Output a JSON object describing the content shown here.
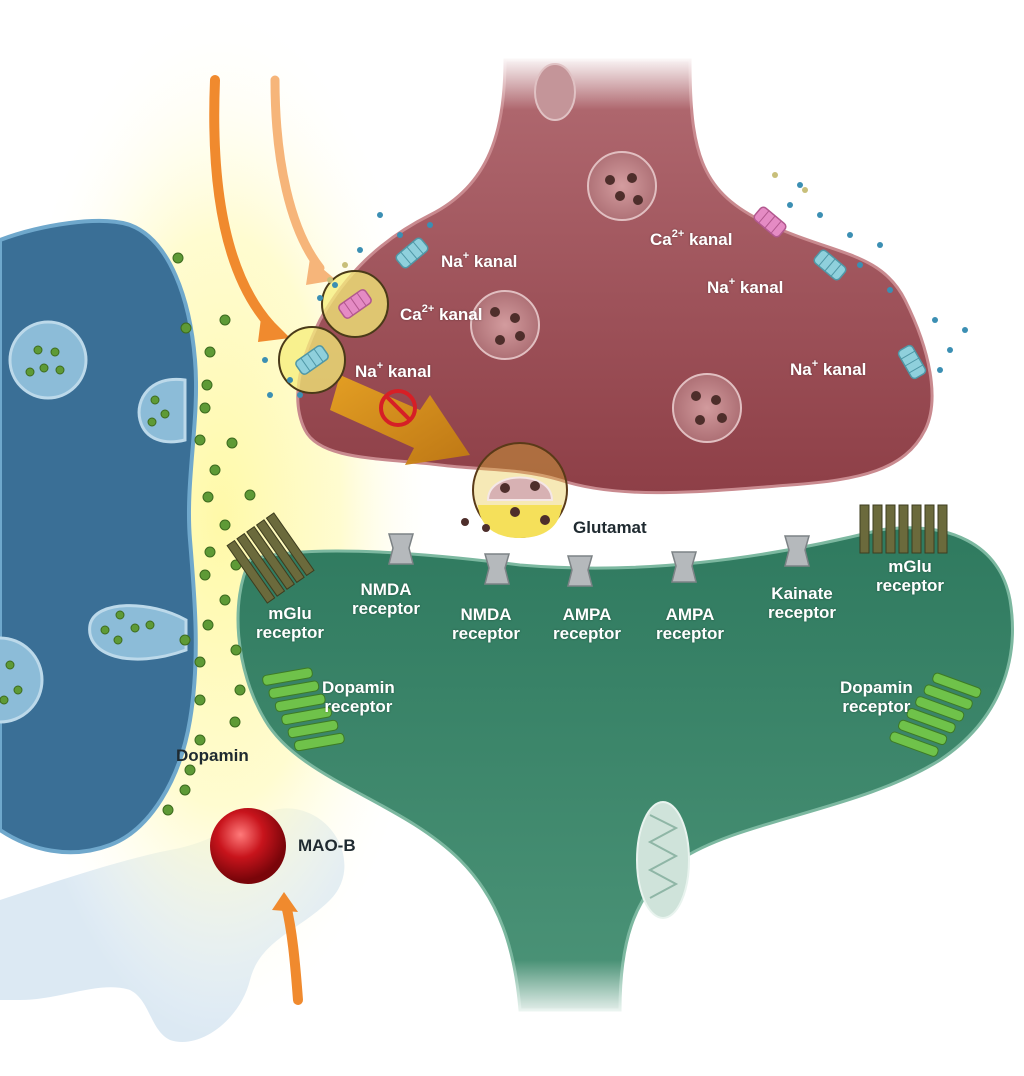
{
  "labels": {
    "na_top": {
      "main": "Na",
      "sup": "+",
      "rest": " kanal"
    },
    "ca_left": {
      "main": "Ca",
      "sup": "2+",
      "rest": " kanal"
    },
    "na_left": {
      "main": "Na",
      "sup": "+",
      "rest": " kanal"
    },
    "ca_right": {
      "main": "Ca",
      "sup": "2+",
      "rest": " kanal"
    },
    "na_right1": {
      "main": "Na",
      "sup": "+",
      "rest": " kanal"
    },
    "na_right2": {
      "main": "Na",
      "sup": "+",
      "rest": " kanal"
    },
    "glutamat": "Glutamat",
    "nmda1": [
      "NMDA",
      "receptor"
    ],
    "nmda2": [
      "NMDA",
      "receptor"
    ],
    "ampa1": [
      "AMPA",
      "receptor"
    ],
    "ampa2": [
      "AMPA",
      "receptor"
    ],
    "kainate": [
      "Kainate",
      "receptor"
    ],
    "mglu_left": [
      "mGlu",
      "receptor"
    ],
    "mglu_right": [
      "mGlu",
      "receptor"
    ],
    "dopamin_rec_left": [
      "Dopamin",
      "receptor"
    ],
    "dopamin_rec_right": [
      "Dopamin",
      "receptor"
    ],
    "dopamin": "Dopamin",
    "maob": "MAO-B"
  },
  "colors": {
    "presynaptic": "#9c4f55",
    "postsynaptic": "#3f8a6e",
    "dopamine_neuron": "#3a6f96",
    "glow": "#fff79a",
    "dopamine_dot": "#5e9a36",
    "na_channel": "#8fd0dc",
    "ca_channel": "#e58bc4",
    "arrow_orange": "#f39a3a",
    "maob": "#c0121b"
  },
  "icons": [
    "no-entry-icon"
  ]
}
